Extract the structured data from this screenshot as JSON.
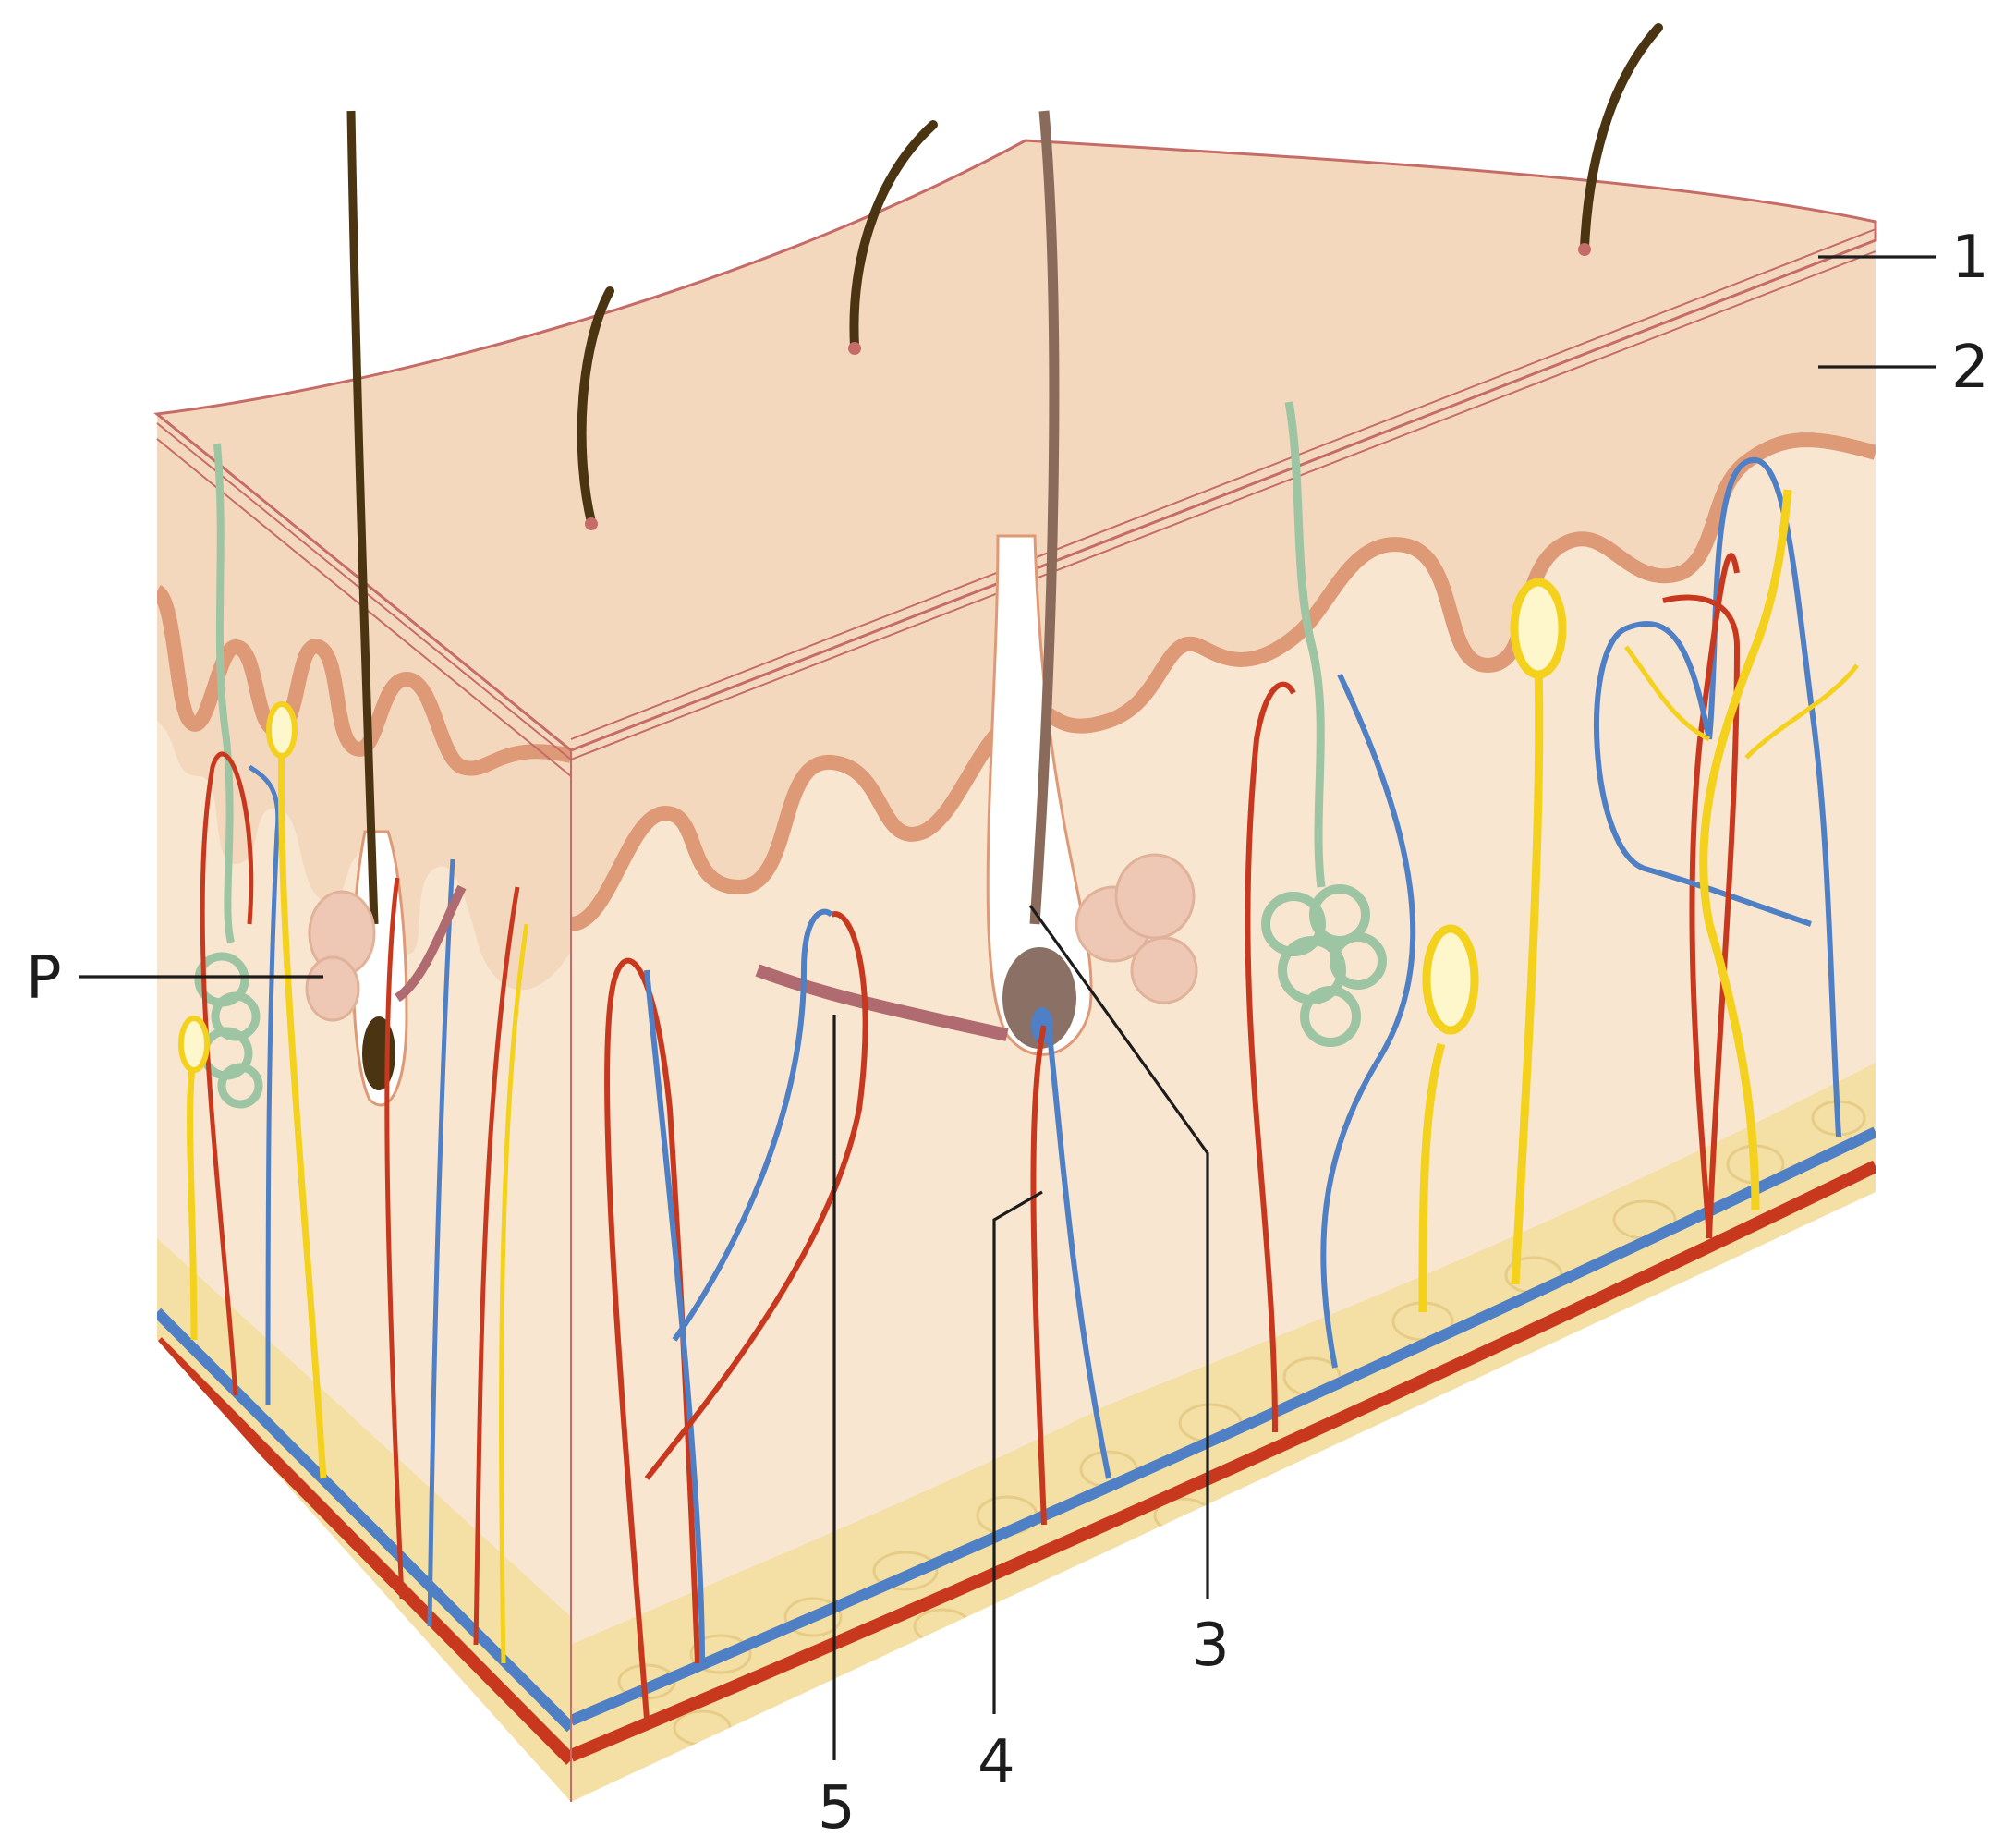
{
  "labels": {
    "epidermis_marker": "1",
    "dermis_marker": "2",
    "sebaceous_marker": "P",
    "follicle_marker": "3",
    "papilla_marker": "4",
    "arrector_marker": "5"
  },
  "colors": {
    "epidermis": "#f4d8bd",
    "dermis": "#f8e6d0",
    "papillary_line": "#de9977",
    "artery": "#c8381e",
    "vein": "#4f7fc4",
    "nerve": "#f3d11c",
    "sweat_gland": "#9ec5a3",
    "sebaceous": "#eec8b4",
    "fat": "#f4dfa4",
    "hair": "#4a3412",
    "muscle": "#b06b70"
  }
}
